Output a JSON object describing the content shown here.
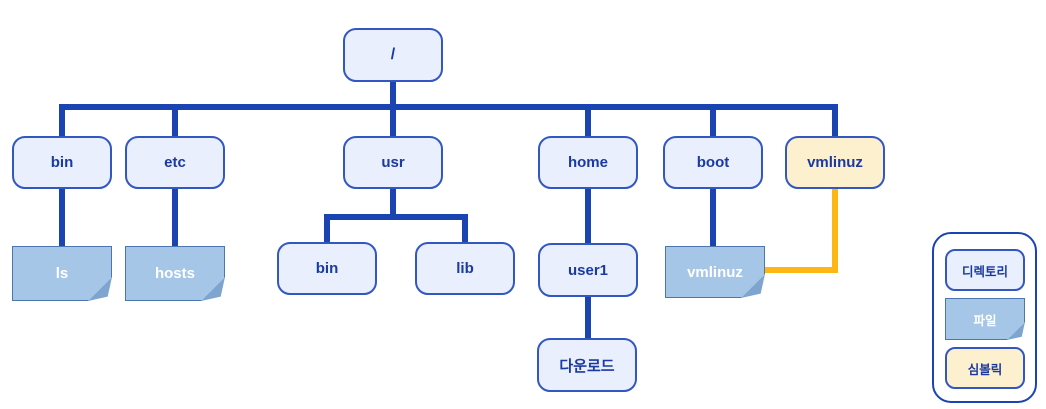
{
  "diagram": {
    "type": "filesystem-tree",
    "nodes": {
      "root": {
        "label": "/",
        "type": "directory"
      },
      "bin": {
        "label": "bin",
        "type": "directory"
      },
      "etc": {
        "label": "etc",
        "type": "directory"
      },
      "usr": {
        "label": "usr",
        "type": "directory"
      },
      "home": {
        "label": "home",
        "type": "directory"
      },
      "boot": {
        "label": "boot",
        "type": "directory"
      },
      "vmlinuz_symlink": {
        "label": "vmlinuz",
        "type": "symlink"
      },
      "ls": {
        "label": "ls",
        "type": "file"
      },
      "hosts": {
        "label": "hosts",
        "type": "file"
      },
      "usr_bin": {
        "label": "bin",
        "type": "directory"
      },
      "usr_lib": {
        "label": "lib",
        "type": "directory"
      },
      "user1": {
        "label": "user1",
        "type": "directory"
      },
      "boot_vmlinuz": {
        "label": "vmlinuz",
        "type": "file"
      },
      "downloads": {
        "label": "다운로드",
        "type": "directory"
      }
    },
    "edges": [
      {
        "from": "/",
        "to": "bin",
        "style": "blue"
      },
      {
        "from": "/",
        "to": "etc",
        "style": "blue"
      },
      {
        "from": "/",
        "to": "usr",
        "style": "blue"
      },
      {
        "from": "/",
        "to": "home",
        "style": "blue"
      },
      {
        "from": "/",
        "to": "boot",
        "style": "blue"
      },
      {
        "from": "/",
        "to": "vmlinuz_symlink",
        "style": "blue"
      },
      {
        "from": "bin",
        "to": "ls",
        "style": "blue"
      },
      {
        "from": "etc",
        "to": "hosts",
        "style": "blue"
      },
      {
        "from": "usr",
        "to": "usr_bin",
        "style": "blue"
      },
      {
        "from": "usr",
        "to": "usr_lib",
        "style": "blue"
      },
      {
        "from": "home",
        "to": "user1",
        "style": "blue"
      },
      {
        "from": "boot",
        "to": "boot_vmlinuz",
        "style": "blue"
      },
      {
        "from": "user1",
        "to": "downloads",
        "style": "blue"
      },
      {
        "from": "vmlinuz_symlink",
        "to": "boot_vmlinuz",
        "style": "yellow"
      }
    ]
  },
  "legend": {
    "items": [
      {
        "label": "디렉토리",
        "type": "directory"
      },
      {
        "label": "파일",
        "type": "file"
      },
      {
        "label": "심볼릭",
        "type": "symlink"
      }
    ]
  },
  "colors": {
    "edge_blue": "#1b44b3",
    "edge_yellow": "#fcb714",
    "directory_fill": "#e9effc",
    "directory_border": "#3257c2",
    "directory_text": "#1b3aa0",
    "file_fill": "#a6c6e8",
    "file_border": "#4d76af",
    "file_fold": "#7da5d0",
    "file_text": "#ffffff",
    "symlink_fill": "#fdf0ce",
    "background": "#ffffff"
  }
}
